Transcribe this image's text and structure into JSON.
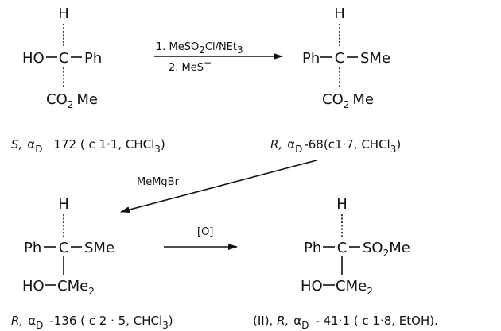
{
  "compound1": {
    "h": "H",
    "left": "HO",
    "center": "C",
    "right": "Ph",
    "bottom": "CO",
    "bottom_sub": "2",
    "bottom_tail": "Me",
    "caption_config": "S,",
    "caption_alpha": "α",
    "caption_d": "D",
    "caption_value": "172 ( c 1·1, CHCl",
    "caption_sub": "3",
    "caption_end": ")"
  },
  "step1": {
    "line1_pre": "1. MeSO",
    "line1_sub": "2",
    "line1_post": "Cl/NEt",
    "line1_sub2": "3",
    "line2_pre": "2. MeS",
    "line2_sup": "−"
  },
  "compound2": {
    "h": "H",
    "left": "Ph",
    "center": "C",
    "right": "SMe",
    "bottom": "CO",
    "bottom_sub": "2",
    "bottom_tail": "Me",
    "caption_config": "R,",
    "caption_alpha": "α",
    "caption_d": "D",
    "caption_value": "-68(c1·7, CHCl",
    "caption_sub": "3",
    "caption_end": ")"
  },
  "step2": {
    "reagent": "MeMgBr"
  },
  "compound3": {
    "h": "H",
    "left": "Ph",
    "center": "C",
    "right": "SMe",
    "bottom_left": "HO",
    "bottom": "CMe",
    "bottom_sub": "2",
    "caption_config": "R,",
    "caption_alpha": "α",
    "caption_d": "D",
    "caption_value": "-136 ( c 2 · 5, CHCl",
    "caption_sub": "3",
    "caption_end": ")"
  },
  "step3": {
    "reagent": "[O]"
  },
  "compound4": {
    "h": "H",
    "left": "Ph",
    "center": "C",
    "right_pre": "SO",
    "right_sub": "2",
    "right_tail": "Me",
    "bottom_left": "HO",
    "bottom": "CMe",
    "bottom_sub": "2",
    "caption_label": "(II), ",
    "caption_config": "R,",
    "caption_alpha": "α",
    "caption_d": "D",
    "caption_value": "- 41·1 ( c 1·8, EtOH)."
  }
}
